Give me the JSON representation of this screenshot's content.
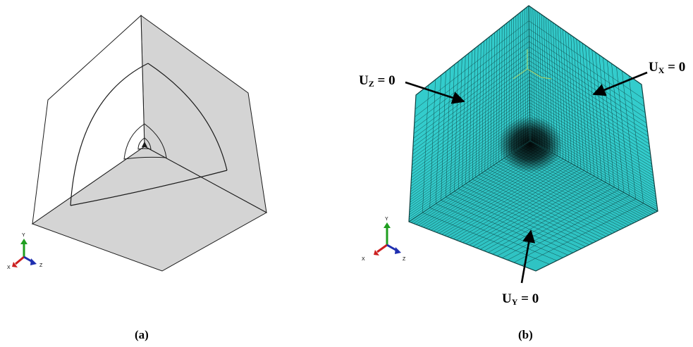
{
  "panels": {
    "a": {
      "label": "(a)"
    },
    "b": {
      "label": "(b)"
    }
  },
  "boundary_conditions": {
    "uz": {
      "main": "U",
      "sub": "Z",
      "rest": " = 0"
    },
    "ux": {
      "main": "U",
      "sub": "X",
      "rest": " = 0"
    },
    "uy": {
      "main": "U",
      "sub": "Y",
      "rest": " = 0"
    }
  },
  "triad": {
    "x_label": "X",
    "y_label": "Y",
    "z_label": "Z"
  },
  "colors": {
    "shaded_face": "#d4d4d4",
    "outline": "#1a1a1a",
    "mesh_face": "#33cccc",
    "mesh_line": "#0e4040",
    "triad_x": "#cc1f1f",
    "triad_y": "#1f9e1f",
    "triad_z": "#1f2fb0"
  }
}
